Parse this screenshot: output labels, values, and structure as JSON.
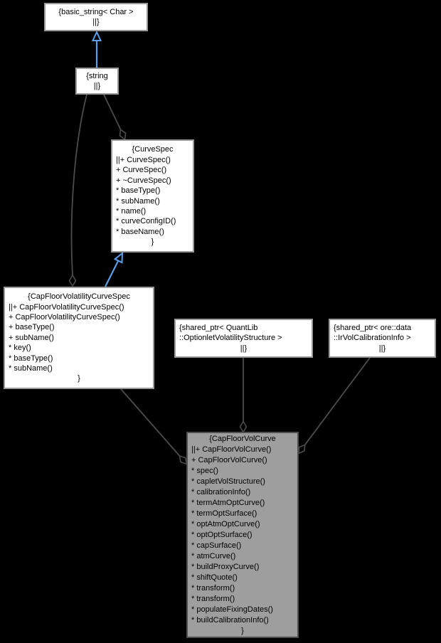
{
  "colors": {
    "bg": "#000000",
    "edge": "#4c4c4c",
    "inherit": "#5b9fea",
    "node_fill": "#ffffff",
    "node_border": "#9a9a9a",
    "hl_fill": "#9e9e9e",
    "hl_border": "#4f4f4f"
  },
  "nodes": {
    "basic_string": {
      "lines": [
        "{basic_string< Char >",
        "||}"
      ]
    },
    "string": {
      "lines": [
        "{string",
        "||}"
      ]
    },
    "curve_spec": {
      "lines": [
        "{CurveSpec",
        "||+ CurveSpec()",
        "+ CurveSpec()",
        "+ ~CurveSpec()",
        "* baseType()",
        "* subName()",
        "* name()",
        "* curveConfigID()",
        "* baseName()",
        "}"
      ]
    },
    "cap_floor_volatility_curve_spec": {
      "lines": [
        "{CapFloorVolatilityCurveSpec",
        "||+ CapFloorVolatilityCurveSpec()",
        "+ CapFloorVolatilityCurveSpec()",
        "+ baseType()",
        "+ subName()",
        "* key()",
        "* baseType()",
        "* subName()",
        "}"
      ]
    },
    "shared_ptr_optionlet": {
      "lines": [
        "{shared_ptr< QuantLib",
        "::OptionletVolatilityStructure >",
        "||}"
      ]
    },
    "shared_ptr_irvol": {
      "lines": [
        "{shared_ptr< ore::data",
        "::IrVolCalibrationInfo >",
        "||}"
      ]
    },
    "cap_floor_vol_curve": {
      "lines": [
        "{CapFloorVolCurve",
        "||+ CapFloorVolCurve()",
        "+ CapFloorVolCurve()",
        "* spec()",
        "* capletVolStructure()",
        "* calibrationInfo()",
        "* termAtmOptCurve()",
        "* termOptSurface()",
        "* optAtmOptCurve()",
        "* optOptSurface()",
        "* capSurface()",
        "* atmCurve()",
        "* buildProxyCurve()",
        "* shiftQuote()",
        "* transform()",
        "* transform()",
        "* populateFixingDates()",
        "* buildCalibrationInfo()",
        "}"
      ]
    }
  }
}
